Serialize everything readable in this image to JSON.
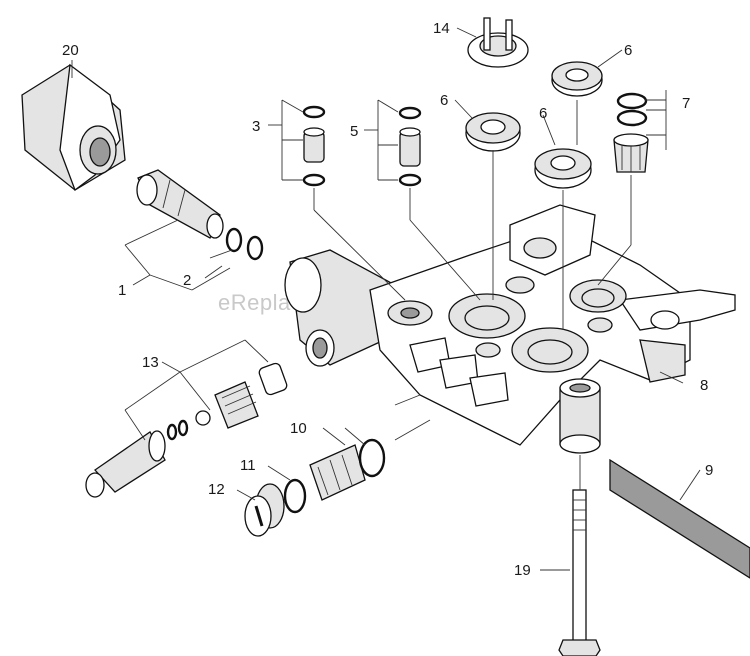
{
  "watermark": "eReplacementParts.com",
  "callouts": {
    "c20": "20",
    "c14": "14",
    "c6a": "6",
    "c6b": "6",
    "c6c": "6",
    "c7": "7",
    "c3": "3",
    "c5": "5",
    "c1": "1",
    "c2": "2",
    "c13": "13",
    "c8": "8",
    "c10": "10",
    "c11": "11",
    "c12": "12",
    "c9": "9",
    "c19": "19"
  }
}
